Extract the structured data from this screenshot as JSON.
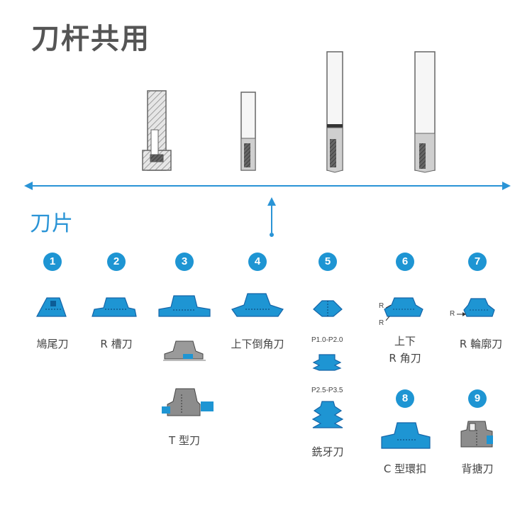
{
  "title": "刀杆共用",
  "section_label": "刀片",
  "colors": {
    "blue": "#1e95d3",
    "arrow": "#2a94d6",
    "gray": "#555555"
  },
  "items": [
    {
      "number": "1",
      "label": "鳩尾刀"
    },
    {
      "number": "2",
      "label": "R 槽刀"
    },
    {
      "number": "3",
      "label": "T 型刀"
    },
    {
      "number": "4",
      "label": "上下倒角刀"
    },
    {
      "number": "5",
      "label": "銑牙刀",
      "pitch_labels": [
        "P1.0-P2.0",
        "P2.5-P3.5"
      ]
    },
    {
      "number": "6",
      "label_lines": [
        "上下",
        "R 角刀"
      ],
      "callouts": [
        "R",
        "R"
      ]
    },
    {
      "number": "7",
      "label": "R 輪廓刀",
      "callouts": [
        "R"
      ]
    },
    {
      "number": "8",
      "label": "C 型環扣"
    },
    {
      "number": "9",
      "label": "背搪刀"
    }
  ]
}
